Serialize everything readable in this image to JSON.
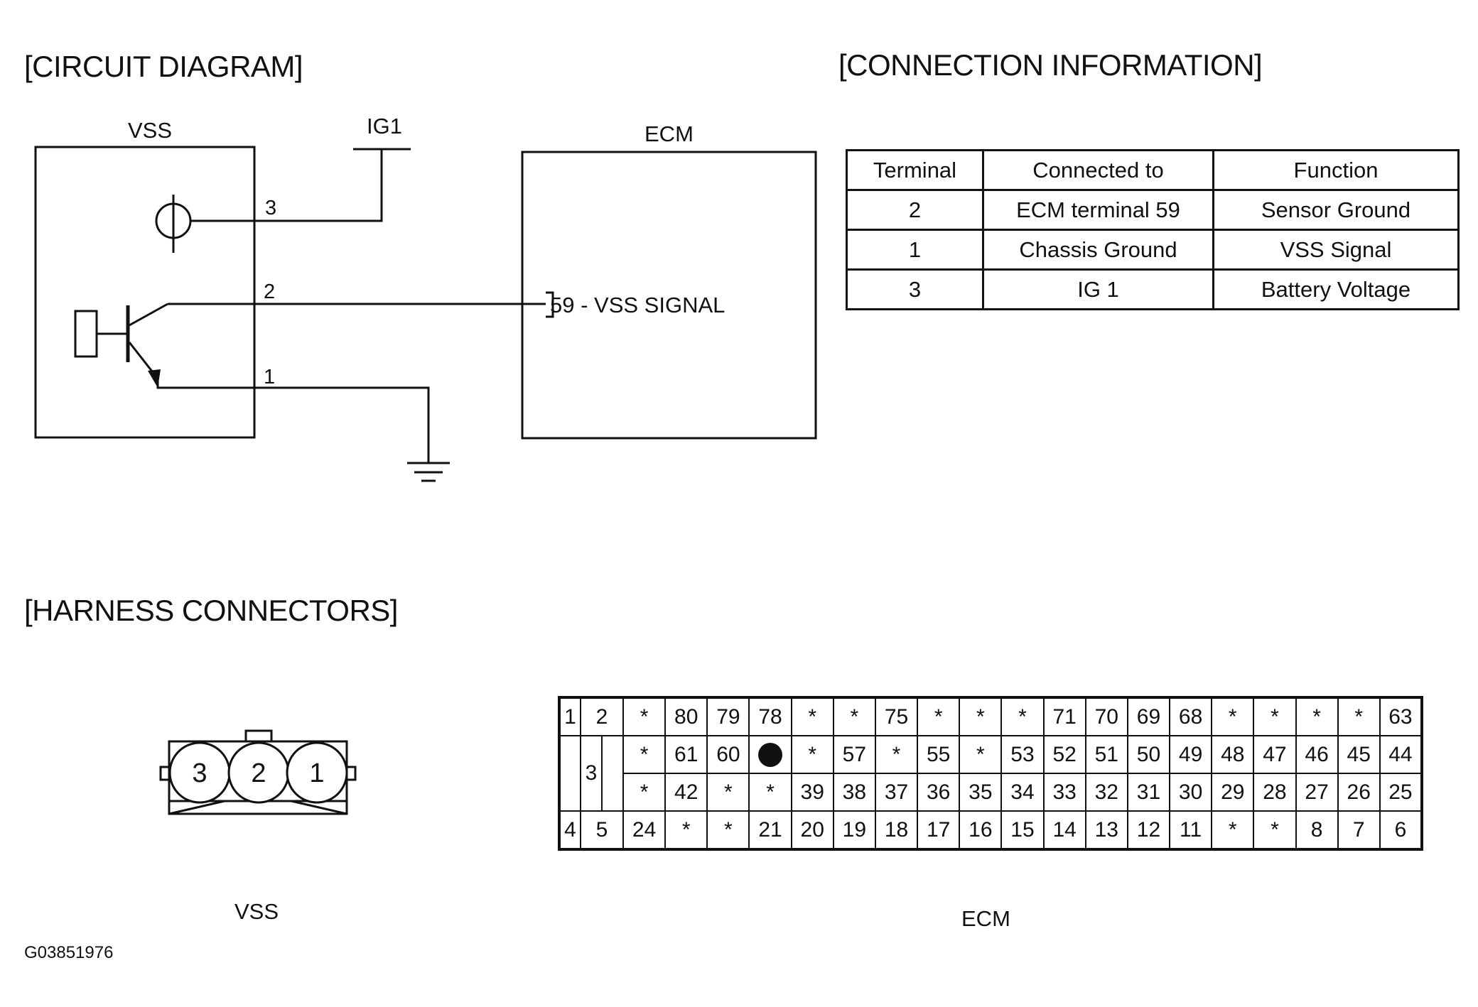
{
  "titles": {
    "circuit": "[CIRCUIT DIAGRAM]",
    "connection": "[CONNECTION INFORMATION]",
    "harness": "[HARNESS CONNECTORS]"
  },
  "circuit": {
    "vss_label": "VSS",
    "ig1_label": "IG1",
    "ecm_label": "ECM",
    "pin3": "3",
    "pin2": "2",
    "pin1": "1",
    "ecm_signal": "59 - VSS SIGNAL"
  },
  "connection_table": {
    "headers": [
      "Terminal",
      "Connected to",
      "Function"
    ],
    "rows": [
      [
        "2",
        "ECM terminal 59",
        "Sensor Ground"
      ],
      [
        "1",
        "Chassis Ground",
        "VSS Signal"
      ],
      [
        "3",
        "IG 1",
        "Battery Voltage"
      ]
    ]
  },
  "harness": {
    "vss_label": "VSS",
    "ecm_label": "ECM",
    "vss_pins": [
      "3",
      "2",
      "1"
    ],
    "ecm_left": [
      "1",
      "2",
      "3",
      "4",
      "5"
    ],
    "ecm_rows": [
      [
        "*",
        "80",
        "79",
        "78",
        "*",
        "*",
        "75",
        "*",
        "*",
        "*",
        "71",
        "70",
        "69",
        "68",
        "*",
        "*",
        "*",
        "*",
        "63"
      ],
      [
        "*",
        "61",
        "60",
        "●",
        "*",
        "57",
        "*",
        "55",
        "*",
        "53",
        "52",
        "51",
        "50",
        "49",
        "48",
        "47",
        "46",
        "45",
        "44"
      ],
      [
        "*",
        "42",
        "*",
        "*",
        "39",
        "38",
        "37",
        "36",
        "35",
        "34",
        "33",
        "32",
        "31",
        "30",
        "29",
        "28",
        "27",
        "26",
        "25"
      ],
      [
        "24",
        "*",
        "*",
        "21",
        "20",
        "19",
        "18",
        "17",
        "16",
        "15",
        "14",
        "13",
        "12",
        "11",
        "*",
        "*",
        "8",
        "7",
        "6"
      ]
    ]
  },
  "figure_id": "G03851976"
}
